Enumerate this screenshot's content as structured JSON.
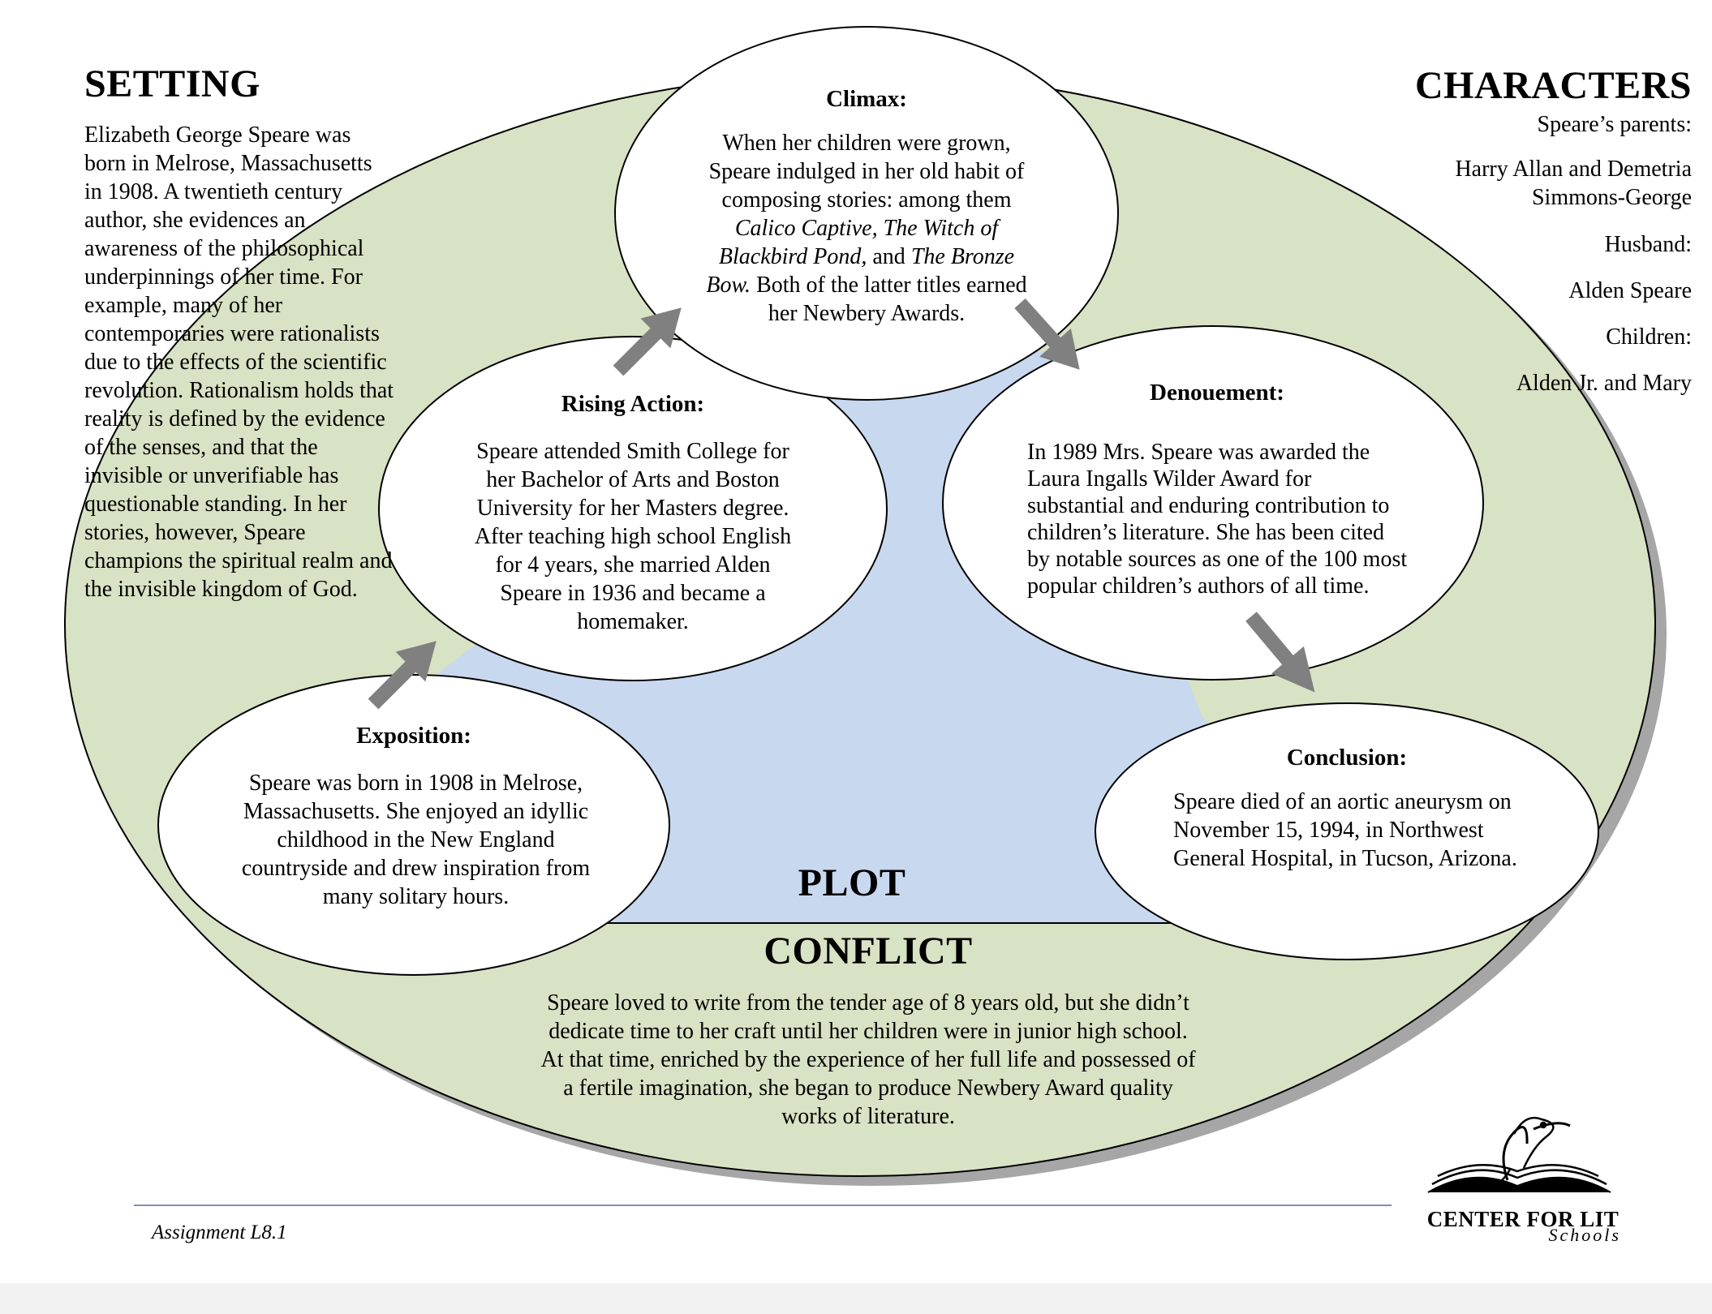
{
  "setting": {
    "heading": "SETTING",
    "body": "Elizabeth George Speare was born in Melrose, Massachusetts in 1908. A twentieth century author, she evidences an awareness of the philosophical underpinnings of her time. For example, many of her contemporaries were rationalists due to the effects of the scientific revolution. Rationalism holds that reality is defined by the evidence of the senses, and that the invisible or unverifiable has questionable standing. In her stories, however, Speare champions the spiritual realm and the invisible kingdom of God."
  },
  "characters": {
    "heading": "CHARACTERS",
    "parents_label": "Speare’s parents:",
    "parents_value": "Harry Allan and Demetria Simmons-George",
    "husband_label": "Husband:",
    "husband_value": "Alden Speare",
    "children_label": "Children:",
    "children_value": "Alden Jr. and Mary"
  },
  "plot": {
    "label": "PLOT",
    "climax": {
      "title": "Climax:",
      "line1": "When her children were grown,",
      "line2": "Speare indulged in her old habit of",
      "line3": "composing stories: among them",
      "book1": "Calico Captive, The Witch of",
      "book2": "Blackbird Pond,",
      "and": "and",
      "book3a": "The Bronze",
      "book3b": "Bow.",
      "line_rest": "Both of the latter titles earned",
      "line_last": "her Newbery Awards."
    },
    "rising_action": {
      "title": "Rising Action:",
      "body": "Speare attended Smith College for her Bachelor of Arts and Boston University for her Masters degree. After teaching high school English for 4 years, she married Alden Speare in 1936 and became a homemaker."
    },
    "denouement": {
      "title": "Denouement:",
      "body": "In 1989 Mrs. Speare was awarded the Laura Ingalls Wilder Award for substantial and enduring contribution to children’s literature. She has been cited by notable sources as one of the 100 most popular children’s authors of all time."
    },
    "exposition": {
      "title": "Exposition:",
      "body": "Speare was born in 1908 in Melrose, Massachusetts. She enjoyed an idyllic childhood in the New England countryside and drew inspiration from many solitary hours."
    },
    "conclusion": {
      "title": "Conclusion:",
      "body": "Speare died of an aortic aneurysm on November 15, 1994, in Northwest General Hospital, in Tucson, Arizona."
    }
  },
  "conflict": {
    "heading": "CONFLICT",
    "body": "Speare loved to write from the tender age of 8 years old, but she didn’t dedicate time to her craft until her children were in junior high school. At that time, enriched by the experience of her full life and possessed of a fertile imagination, she began to produce Newbery Award quality works of literature."
  },
  "footer": {
    "assignment": "Assignment L8.1",
    "logo_line1": "CENTER FOR LIT",
    "logo_line2": "Schools"
  },
  "colors": {
    "outer_ellipse": "#d8e2c4",
    "inner_region": "#c8d8ef",
    "arrow": "#808080",
    "shadow": "#a6a6a6",
    "footer_rule": "#7f8fb3"
  }
}
